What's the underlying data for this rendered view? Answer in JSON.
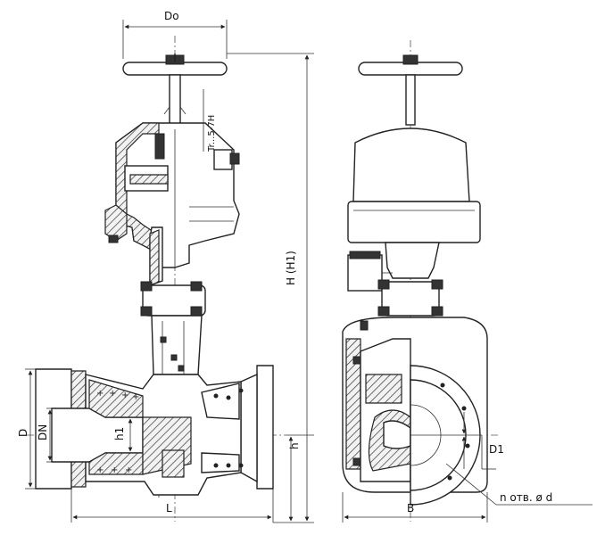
{
  "labels": {
    "do": "Do",
    "h_h1": "H (H1)",
    "d": "D",
    "dn": "DN",
    "h1": "h1",
    "h": "h",
    "l": "L",
    "b": "B",
    "d1": "D1",
    "holes": "n отв. ø d",
    "thread": "Tr...5-7H"
  }
}
